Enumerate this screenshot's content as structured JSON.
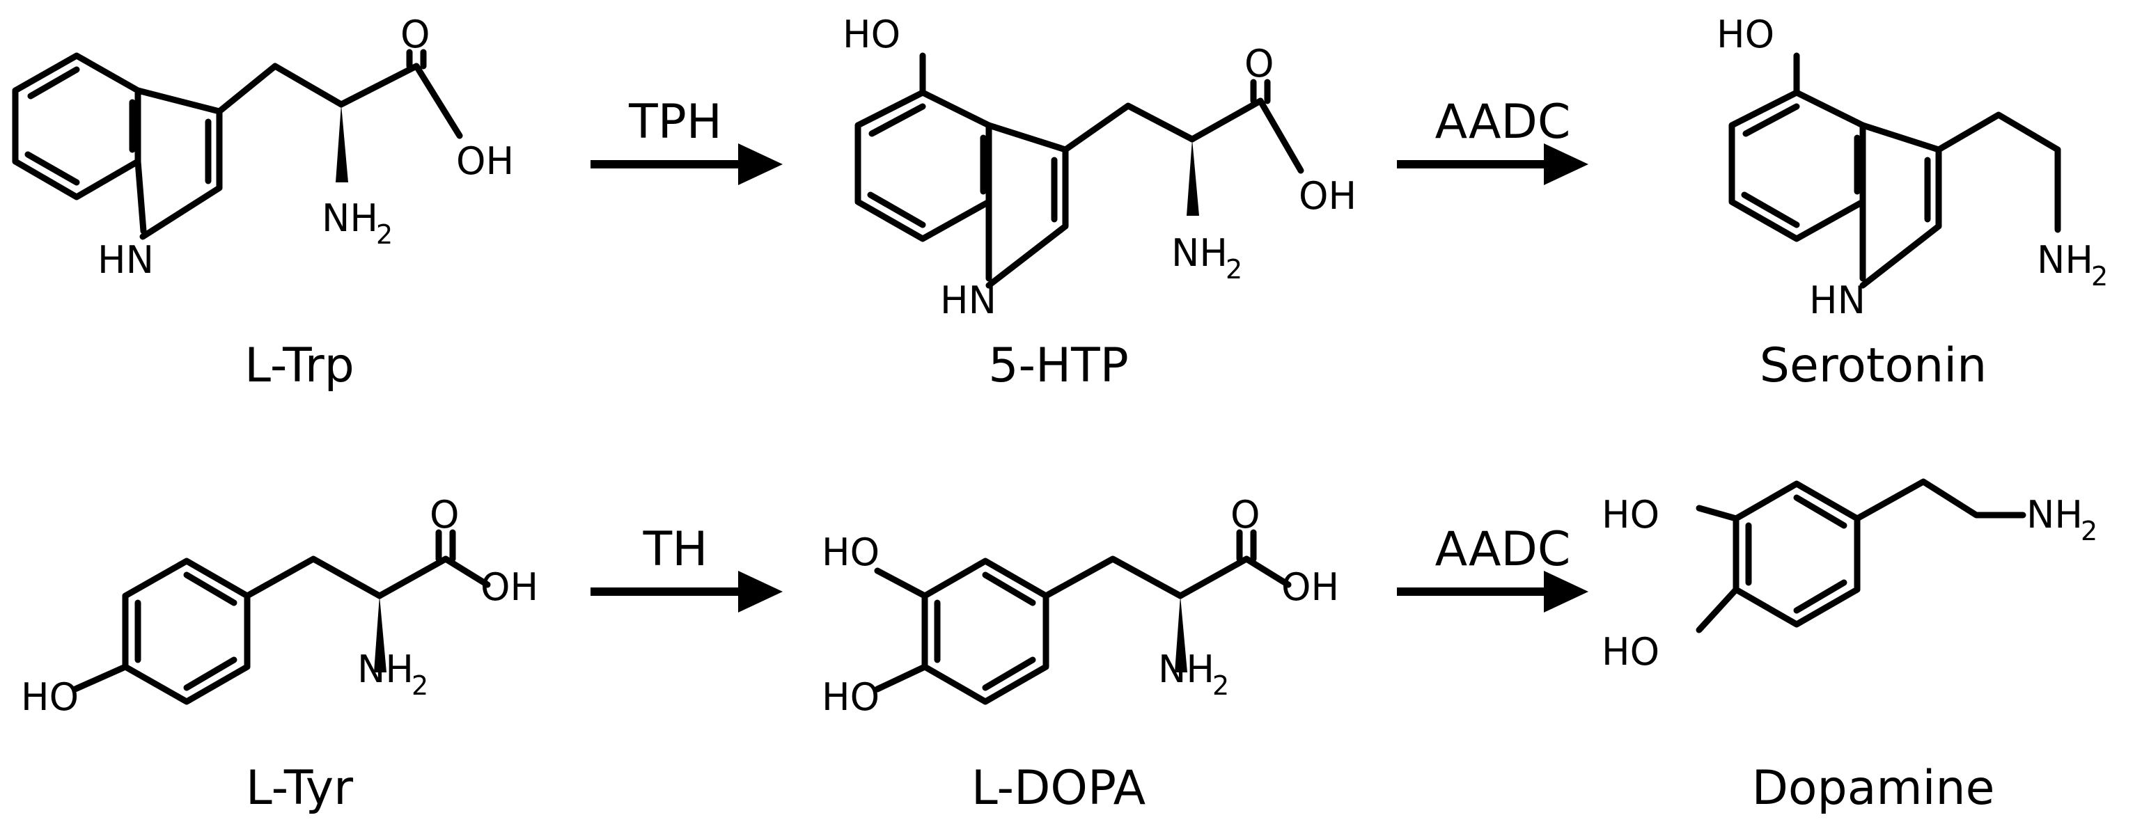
{
  "compounds": {
    "ltrp": "L-Trp",
    "htp": "5-HTP",
    "serotonin": "Serotonin",
    "ltyr": "L-Tyr",
    "ldopa": "L-DOPA",
    "dopamine": "Dopamine"
  },
  "enzymes": {
    "tph": "TPH",
    "aadc_top": "AADC",
    "th": "TH",
    "aadc_bottom": "AADC"
  },
  "atoms": {
    "oxygen": "O",
    "hydroxyl_right": "OH",
    "hydroxyl_left": "HO",
    "indole_nh": "HN",
    "amine": "NH",
    "amine_sub": "2"
  }
}
